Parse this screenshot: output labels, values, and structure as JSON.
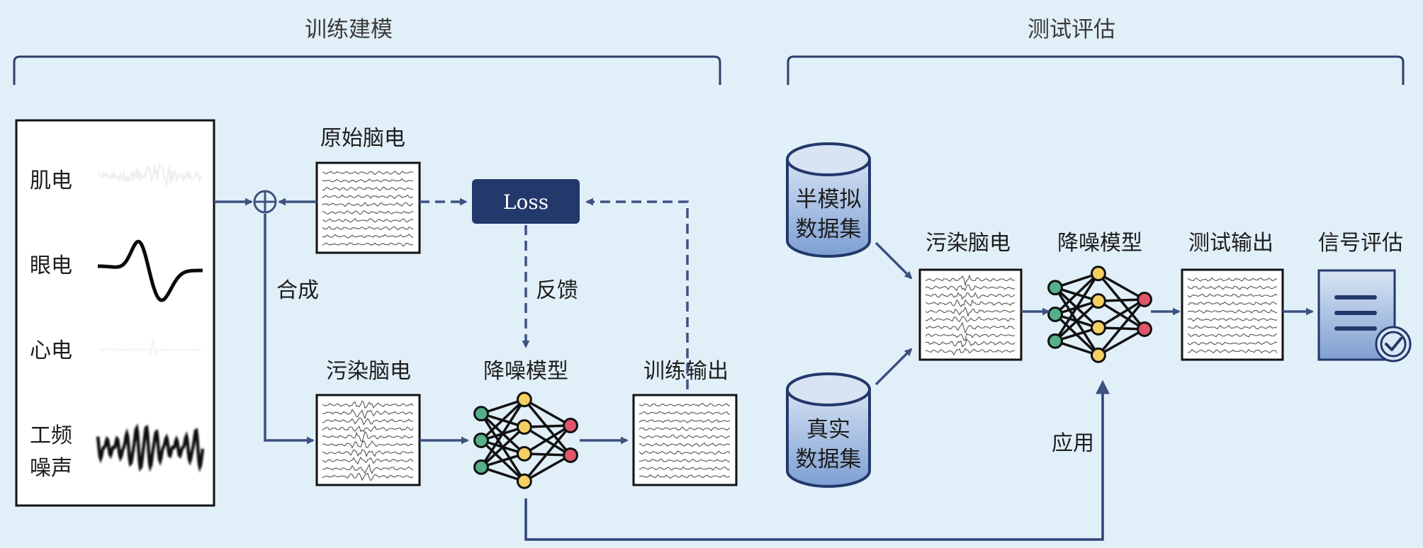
{
  "sections": {
    "training": "训练建模",
    "testing": "测试评估"
  },
  "artifacts": {
    "emg": "肌电",
    "eog": "眼电",
    "ecg": "心电",
    "line_noise_1": "工频",
    "line_noise_2": "噪声"
  },
  "training": {
    "raw_eeg": "原始脑电",
    "loss": "Loss",
    "feedback": "反馈",
    "synthesis": "合成",
    "contaminated_eeg": "污染脑电",
    "denoise_model": "降噪模型",
    "train_output": "训练输出"
  },
  "testing": {
    "semi_sim_1": "半模拟",
    "semi_sim_2": "数据集",
    "real_1": "真实",
    "real_2": "数据集",
    "contaminated_eeg": "污染脑电",
    "denoise_model": "降噪模型",
    "test_output": "测试输出",
    "signal_eval": "信号评估",
    "apply": "应用"
  },
  "colors": {
    "background": "#e1eff8",
    "arrow": "#3e5181",
    "loss_box": "#23386b",
    "node_green": "#55b08a",
    "node_yellow": "#f6cf63",
    "node_red": "#e0566b",
    "db_fill_top": "#d4e1f3",
    "db_fill_bottom": "#7d9fd3"
  },
  "icons": [
    "circled-plus-icon",
    "neural-network-icon",
    "database-icon",
    "document-check-icon",
    "eeg-waveform-icon"
  ]
}
